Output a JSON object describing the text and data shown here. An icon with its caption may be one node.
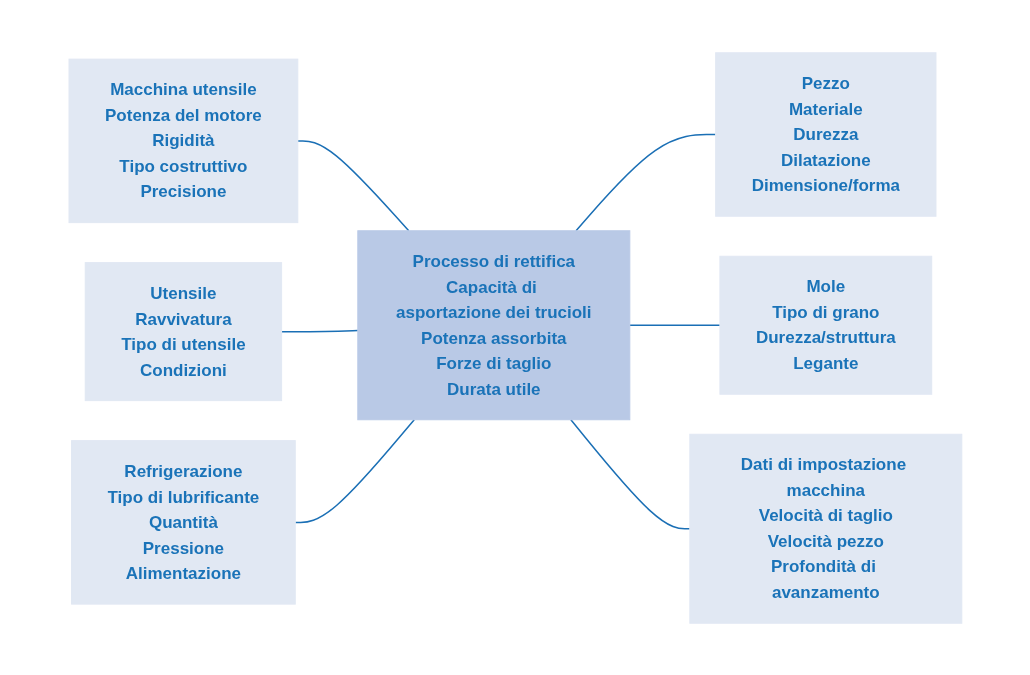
{
  "diagram": {
    "nodes": [
      {
        "text": [
          "Macchina utensile",
          "Potenza del motore",
          "Rigidità",
          "Tipo costruttivo",
          "Precisione"
        ]
      },
      {
        "text": [
          "Pezzo",
          "Materiale",
          "Durezza",
          "Dilatazione",
          "Dimensione/forma"
        ]
      },
      {
        "text": [
          "Utensile",
          "Ravvivatura",
          "Tipo di utensile",
          "Condizioni"
        ]
      },
      {
        "text": [
          "Processo di rettifica",
          "Capacità di asportazione dei trucioli",
          "Potenza assorbita",
          "Forze di taglio",
          "Durata utile"
        ]
      },
      {
        "text": [
          "Mole",
          "Tipo di grano",
          "Durezza/struttura",
          "Legante"
        ]
      },
      {
        "text": [
          "Refrigerazione",
          "Tipo di lubrificante",
          "Quantità",
          "Pressione",
          "Alimentazione"
        ]
      },
      {
        "text": [
          "Dati di impostazione macchina",
          "Velocità di taglio",
          "Velocità pezzo",
          "Profondità di avanzamento"
        ]
      }
    ],
    "edges": [
      {
        "from": 0,
        "to": 3,
        "arrow": "none"
      },
      {
        "from": 3,
        "to": 1,
        "arrow": "none"
      },
      {
        "from": 2,
        "to": 3,
        "arrow": "none"
      },
      {
        "from": 3,
        "to": 4,
        "arrow": "none"
      },
      {
        "from": 5,
        "to": 3,
        "arrow": "none"
      },
      {
        "from": 3,
        "to": 6,
        "arrow": "none"
      }
    ]
  }
}
